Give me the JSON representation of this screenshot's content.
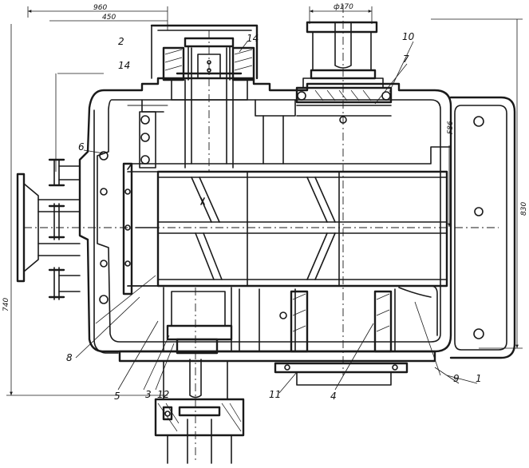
{
  "dimensions": {
    "overall_length": "960",
    "offset": "450",
    "shaft_diameter": "ф170",
    "centre_distance": "F86",
    "height": "830",
    "base_length": "740"
  },
  "callouts": {
    "c1": "1",
    "c2": "2",
    "c3": "3",
    "c4": "4",
    "c5": "5",
    "c6": "6",
    "c7": "7",
    "c8": "8",
    "c9": "9",
    "c10": "10",
    "c11": "11",
    "c12": "12",
    "c14a": "14",
    "c14b": "14"
  }
}
